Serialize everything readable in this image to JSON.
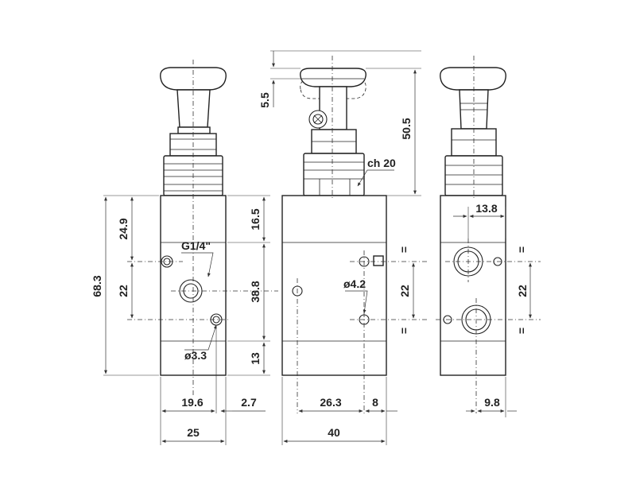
{
  "dimensions": {
    "front": {
      "port_thread": "G1/4\"",
      "hole_dia": "ø3.3",
      "height_total": "68.3",
      "top_offset": "24.9",
      "port_spacing": "22",
      "top_flange": "16.5",
      "mid_section": "38.8",
      "bottom_section": "13",
      "port_x": "19.6",
      "body_edge_offset": "2.7",
      "width": "25"
    },
    "side": {
      "button_stroke": "5.5",
      "overall_height": "50.5",
      "hex_nut": "ch 20",
      "hole_dia": "ø4.2",
      "port_spacing": "22",
      "equal_top": "=",
      "equal_bottom": "=",
      "hole_x": "26.3",
      "edge_offset": "8",
      "width": "40"
    },
    "rear": {
      "port_offset": "13.8",
      "port_spacing": "22",
      "equal_top": "=",
      "equal_bottom": "=",
      "edge_offset": "9.8"
    }
  }
}
